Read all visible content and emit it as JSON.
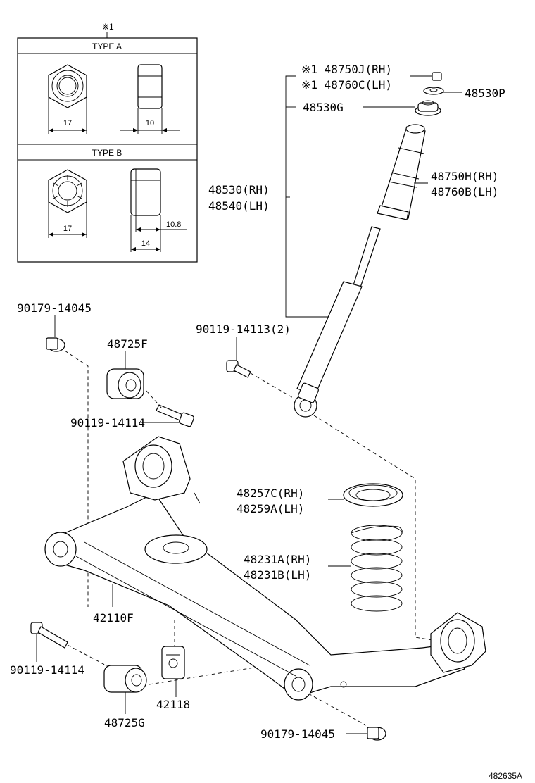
{
  "inset": {
    "note_mark": "※1",
    "type_a": {
      "title": "TYPE A",
      "dim_width": "17",
      "dim_height": "10"
    },
    "type_b": {
      "title": "TYPE B",
      "dim_width": "17",
      "dim_height": "10.8",
      "dim_total": "14"
    }
  },
  "parts": {
    "p48750J": "※1 48750J(RH)",
    "p48760C": "※1 48760C(LH)",
    "p48530P": "48530P",
    "p48530G": "48530G",
    "p48530": "48530(RH)",
    "p48540": "48540(LH)",
    "p48750H": "48750H(RH)",
    "p48760B": "48760B(LH)",
    "p90179_top": "90179-14045",
    "p48725F": "48725F",
    "p90119_14113": "90119-14113(2)",
    "p90119_top": "90119-14114",
    "p48257C": "48257C(RH)",
    "p48259A": "48259A(LH)",
    "p48231A": "48231A(RH)",
    "p48231B": "48231B(LH)",
    "p42110F": "42110F",
    "p90119_bottom": "90119-14114",
    "p42118": "42118",
    "p48725G": "48725G",
    "p90179_bottom": "90179-14045"
  },
  "reference_code": "482635A"
}
